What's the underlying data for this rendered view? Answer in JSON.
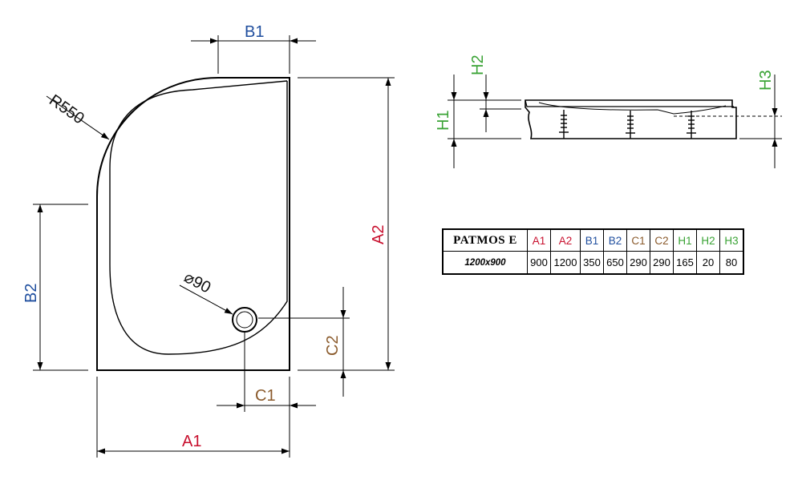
{
  "drawing": {
    "labels": {
      "b1": "B1",
      "a1": "A1",
      "a2": "A2",
      "b2": "B2",
      "c1": "C1",
      "c2": "C2",
      "radius": "R550",
      "drain": "⌀90",
      "h1": "H1",
      "h2": "H2",
      "h3": "H3"
    },
    "colors": {
      "line": "#000000",
      "red": "#c8102e",
      "blue": "#1f4e9e",
      "brown": "#8a5a2b",
      "green": "#3aa335",
      "black": "#111111"
    }
  },
  "table": {
    "model": "PATMOS E",
    "size": "1200x900",
    "columns": [
      {
        "label": "A1",
        "value": "900",
        "color": "#c8102e"
      },
      {
        "label": "A2",
        "value": "1200",
        "color": "#c8102e"
      },
      {
        "label": "B1",
        "value": "350",
        "color": "#1f4e9e"
      },
      {
        "label": "B2",
        "value": "650",
        "color": "#1f4e9e"
      },
      {
        "label": "C1",
        "value": "290",
        "color": "#8a5a2b"
      },
      {
        "label": "C2",
        "value": "290",
        "color": "#8a5a2b"
      },
      {
        "label": "H1",
        "value": "165",
        "color": "#3aa335"
      },
      {
        "label": "H2",
        "value": "20",
        "color": "#3aa335"
      },
      {
        "label": "H3",
        "value": "80",
        "color": "#3aa335"
      }
    ]
  }
}
